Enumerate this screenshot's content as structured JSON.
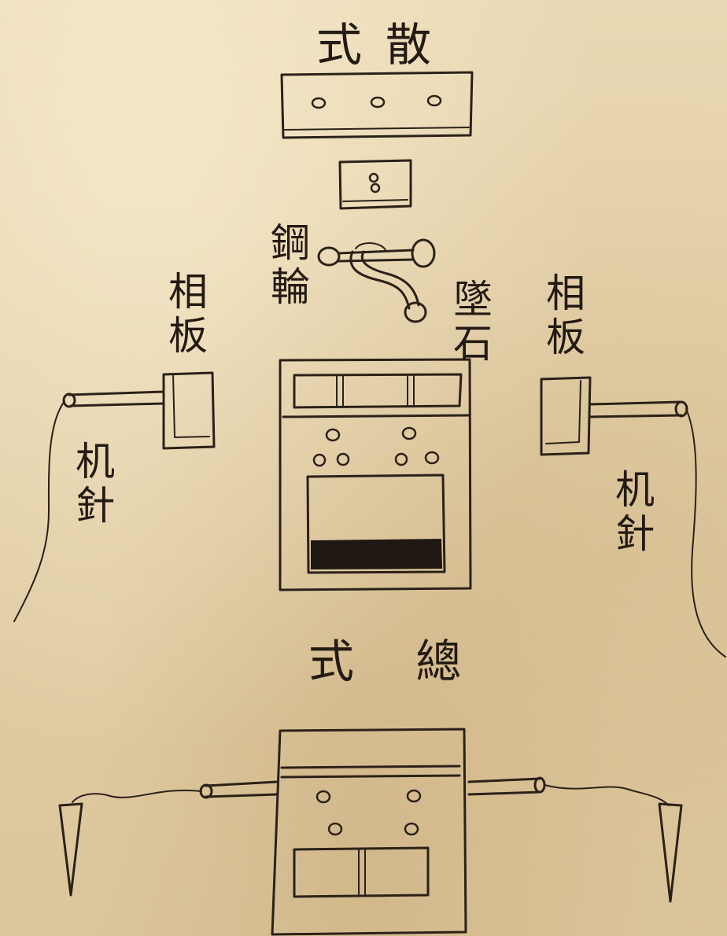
{
  "titles": {
    "top": "式散",
    "bottom": "式 總"
  },
  "labels": {
    "steel_wheel": "鋼輪",
    "falling_stone": "墜石",
    "board_left": "相板",
    "board_right": "相板",
    "needle_left": "机針",
    "needle_right": "机針"
  },
  "colors": {
    "paper": "#e6d3ad",
    "ink": "#2b2118"
  }
}
